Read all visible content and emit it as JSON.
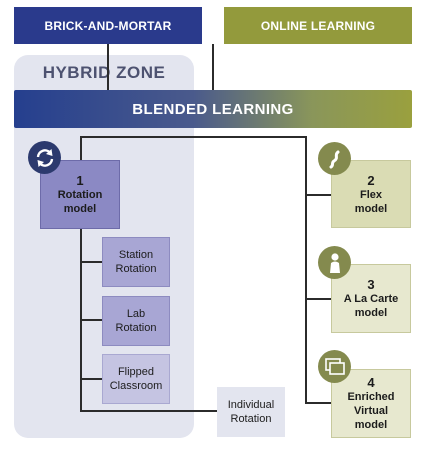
{
  "header": {
    "brick_and_mortar": "BRICK-AND-MORTAR",
    "online_learning": "ONLINE LEARNING"
  },
  "hybrid_zone": "HYBRID ZONE",
  "blended_learning": "BLENDED LEARNING",
  "rotation": {
    "number": "1",
    "label": "Rotation\nmodel",
    "icon": "rotation-arrows-icon",
    "sub_models": [
      {
        "label": "Station\nRotation"
      },
      {
        "label": "Lab\nRotation"
      },
      {
        "label": "Flipped\nClassroom"
      },
      {
        "label": "Individual\nRotation"
      }
    ]
  },
  "models": [
    {
      "number": "2",
      "label": "Flex\nmodel",
      "icon": "flex-curve-icon"
    },
    {
      "number": "3",
      "label": "A La Carte\nmodel",
      "icon": "person-icon"
    },
    {
      "number": "4",
      "label": "Enriched\nVirtual\nmodel",
      "icon": "screens-icon"
    }
  ],
  "colors": {
    "brick_and_mortar": "#2a3a8c",
    "online_learning": "#939a3c",
    "rotation_purple": "#8b89c4",
    "icon_navy": "#2c3a6e",
    "icon_olive": "#848a4e"
  }
}
